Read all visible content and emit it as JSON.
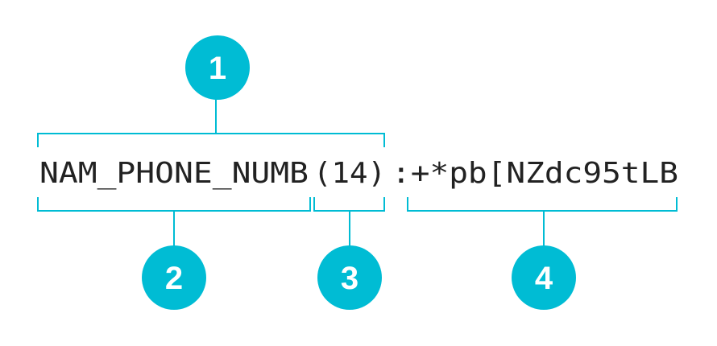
{
  "code": {
    "field_name": "NAM_PHONE_NUMB",
    "length": "(14)",
    "value": ":+*pb[NZdc95tLB"
  },
  "callouts": {
    "badge_1": "1",
    "badge_2": "2",
    "badge_3": "3",
    "badge_4": "4"
  },
  "colors": {
    "accent": "#00BCD4",
    "text": "#222222"
  }
}
